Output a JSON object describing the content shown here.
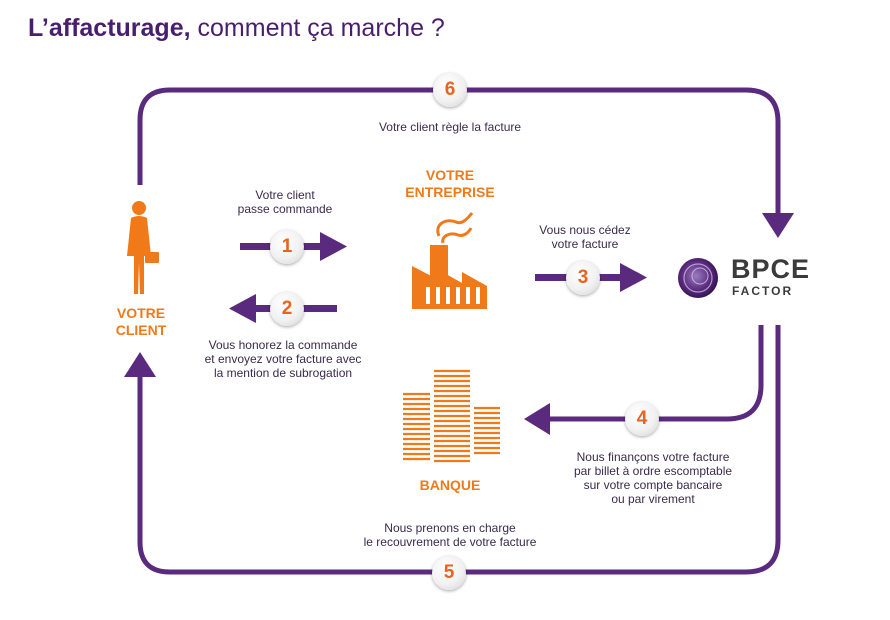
{
  "title": {
    "bold": "L’affacturage,",
    "rest": " comment ça marche ?"
  },
  "actors": {
    "client": [
      "VOTRE",
      "CLIENT"
    ],
    "entreprise": [
      "VOTRE",
      "ENTREPRISE"
    ],
    "banque": "BANQUE",
    "factor": {
      "name": "BPCE",
      "sub": "FACTOR"
    }
  },
  "steps": [
    {
      "num": "1",
      "text": [
        "Votre client",
        "passe commande"
      ]
    },
    {
      "num": "2",
      "text": [
        "Vous honorez la commande",
        "et envoyez votre facture avec",
        "la mention de subrogation"
      ]
    },
    {
      "num": "3",
      "text": [
        "Vous nous cédez",
        "votre facture"
      ]
    },
    {
      "num": "4",
      "text": [
        "Nous finançons votre facture",
        "par billet à ordre escomptable",
        "sur votre compte bancaire",
        "ou par virement"
      ]
    },
    {
      "num": "5",
      "text": [
        "Nous prenons en charge",
        "le recouvrement de votre facture"
      ]
    },
    {
      "num": "6",
      "text": [
        "Votre client règle la facture"
      ]
    }
  ],
  "colors": {
    "purple": "#5a2a7e",
    "orange": "#f07a1a",
    "badge_number": "#e8641e"
  },
  "icons": {
    "client": "businessman-icon",
    "entreprise": "factory-icon",
    "banque": "bank-buildings-icon",
    "factor": "bpce-logo"
  }
}
